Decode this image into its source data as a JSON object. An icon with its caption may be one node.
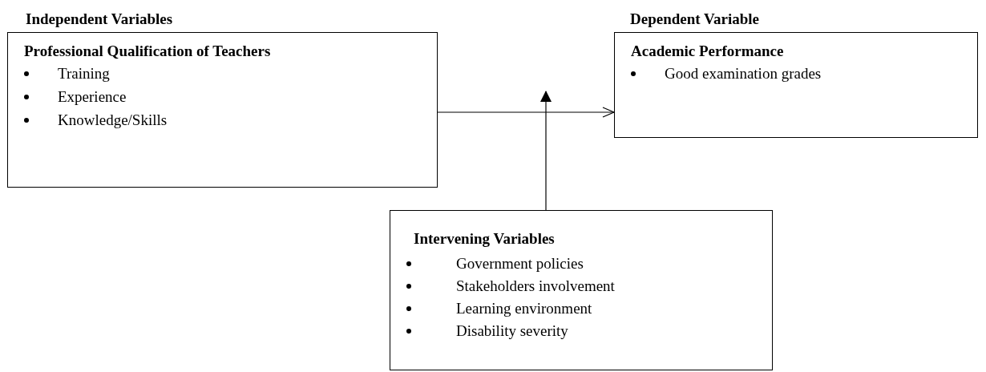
{
  "diagram": {
    "nodes": [
      {
        "text": [
          "Independent Variables",
          "Professional Qualification of Teachers",
          "Training",
          "Experience",
          "Knowledge/Skills"
        ]
      },
      {
        "text": [
          "Dependent Variable",
          "Academic Performance",
          "Good examination grades"
        ]
      },
      {
        "text": [
          "Intervening Variables",
          "Government policies",
          "Stakeholders involvement",
          "Learning environment",
          "Disability severity"
        ]
      }
    ],
    "edges": [
      {
        "from": 0,
        "to": 1,
        "arrow": "to"
      },
      {
        "from": 2,
        "to": null,
        "arrow": "to"
      }
    ]
  }
}
